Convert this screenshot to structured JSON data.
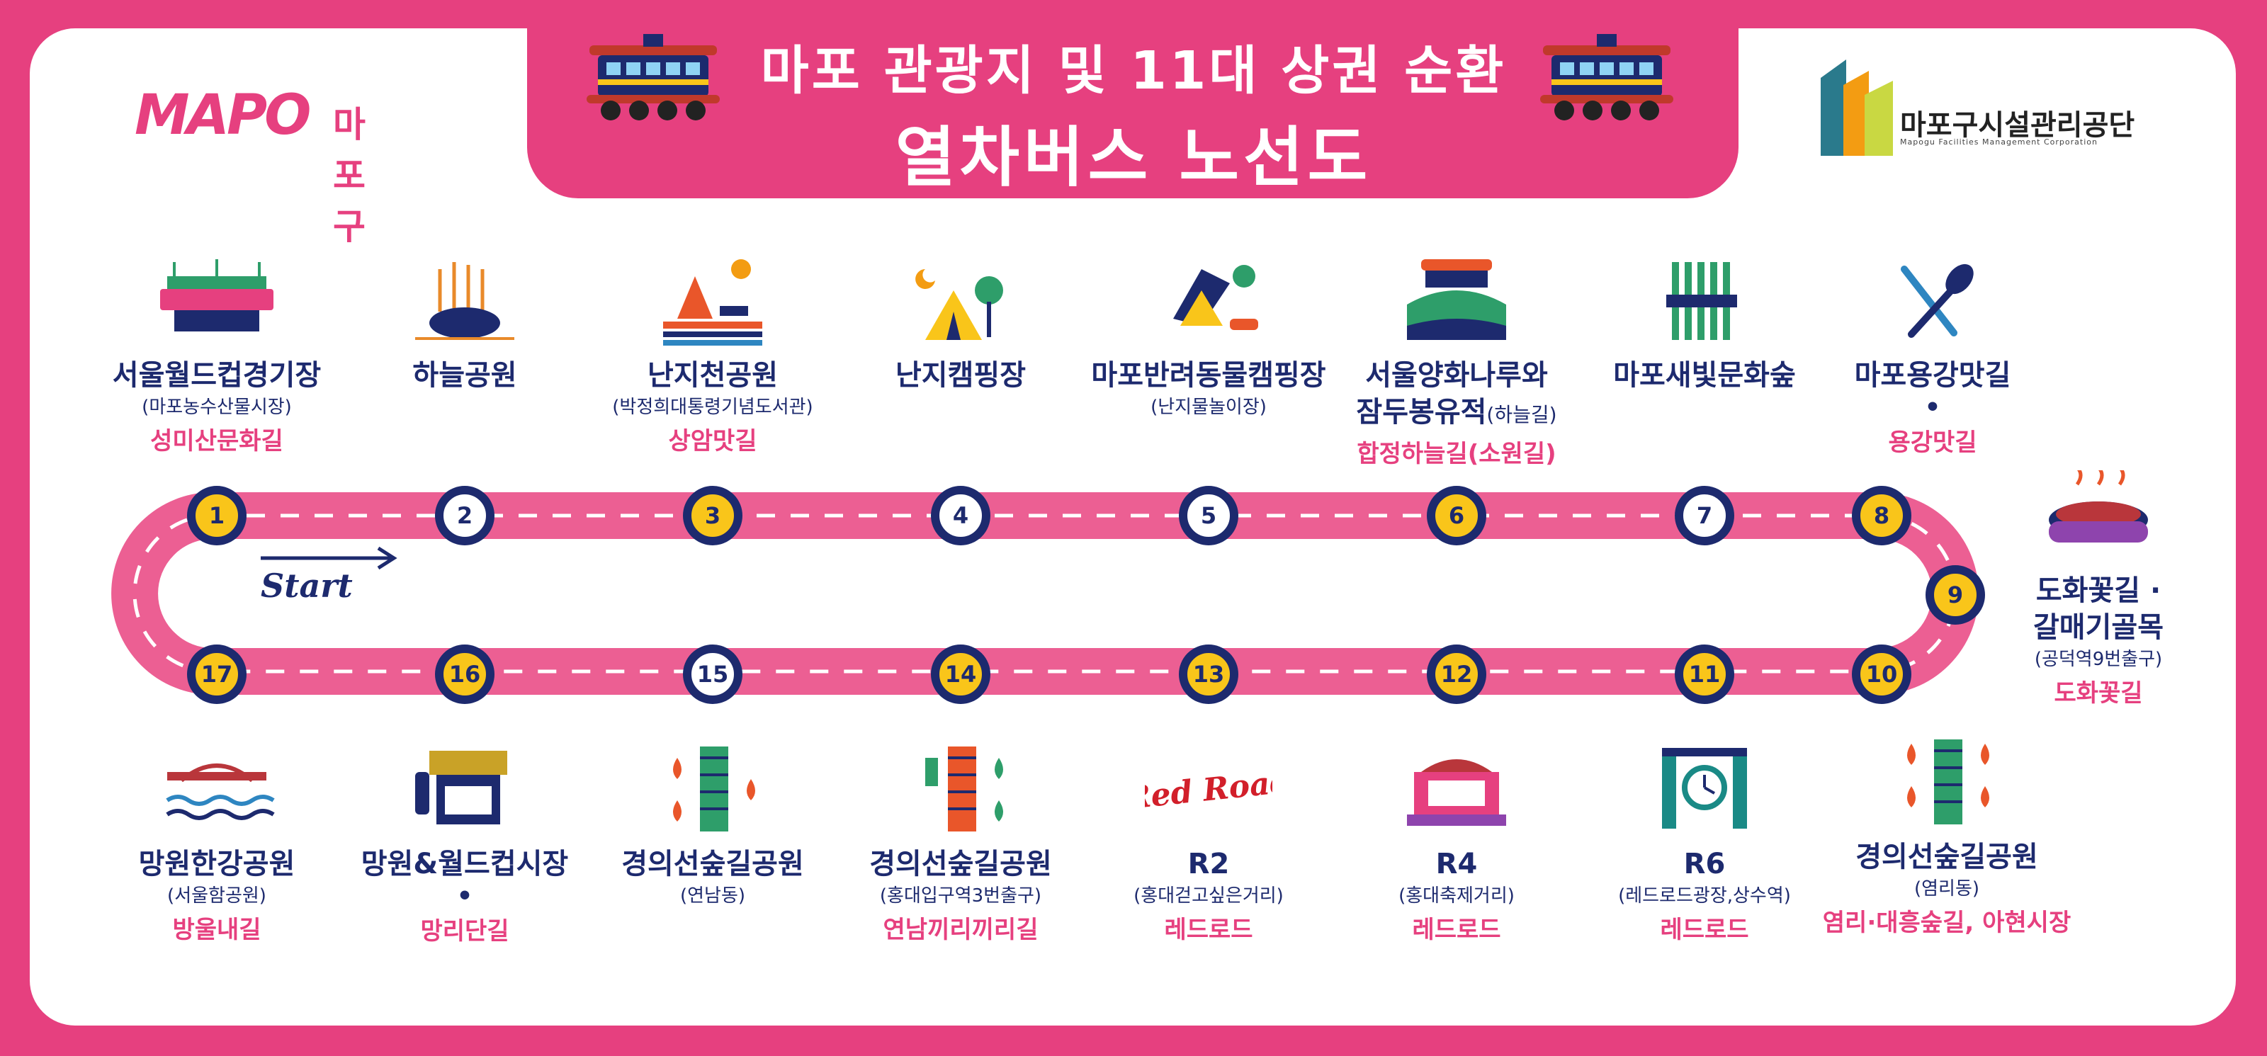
{
  "header": {
    "title_line1": "마포 관광지 및 11대 상권 순환",
    "title_line2": "열차버스 노선도"
  },
  "logos": {
    "mapo_en": "MAPO",
    "mapo_ko": "마포구",
    "fmc_name": "마포구시설관리공단",
    "fmc_sub": "Mapogu Facilities Management Corporation"
  },
  "route": {
    "start_label": "Start",
    "stops": [
      "1",
      "2",
      "3",
      "4",
      "5",
      "6",
      "7",
      "8",
      "9",
      "10",
      "11",
      "12",
      "13",
      "14",
      "15",
      "16",
      "17"
    ]
  },
  "colors": {
    "brand_pink": "#e6407f",
    "navy": "#1d2a6e",
    "yellow": "#f9c51a",
    "road": "#ec5f93"
  },
  "top_pois": [
    {
      "name": "서울월드컵경기장",
      "sub": "(마포농수산물시장)",
      "street": "성미산문화길",
      "icon": "stadium-icon"
    },
    {
      "name": "하늘공원",
      "icon": "sky-park-icon"
    },
    {
      "name": "난지천공원",
      "sub": "(박정희대통령기념도서관)",
      "street": "상암맛길",
      "icon": "park-sun-icon"
    },
    {
      "name": "난지캠핑장",
      "icon": "camping-tent-icon"
    },
    {
      "name": "마포반려동물캠핑장",
      "sub": "(난지물놀이장)",
      "icon": "pet-camping-icon"
    },
    {
      "name": "서울양화나루와",
      "name2": "잠두봉유적",
      "name2_sub": "(하늘길)",
      "street": "합정하늘길(소원길)",
      "icon": "riverside-monument-icon"
    },
    {
      "name": "마포새빛문화숲",
      "icon": "culture-forest-icon"
    },
    {
      "name": "마포용강맛길",
      "dot": "•",
      "street": "용강맛길",
      "icon": "fork-spoon-icon"
    }
  ],
  "right_poi": {
    "name": "도화꽃길 ·",
    "name2": "갈매기골목",
    "sub": "(공덕역9번출구)",
    "street": "도화꽃길",
    "icon": "grill-icon"
  },
  "bottom_pois": [
    {
      "name": "망원한강공원",
      "sub": "(서울함공원)",
      "street": "방울내길",
      "icon": "bridge-river-icon"
    },
    {
      "name": "망원&월드컵시장",
      "dot": "•",
      "street": "망리단길",
      "icon": "market-icon"
    },
    {
      "name": "경의선숲길공원",
      "sub": "(연남동)",
      "icon": "rail-forest-icon"
    },
    {
      "name": "경의선숲길공원",
      "sub": "(홍대입구역3번출구)",
      "street": "연남끼리끼리길",
      "icon": "rail-forest-exit-icon"
    },
    {
      "name": "R2",
      "sub": "(홍대걷고싶은거리)",
      "street": "레드로드",
      "icon": "red-road-logo",
      "logo_text": "Red Road"
    },
    {
      "name": "R4",
      "sub": "(홍대축제거리)",
      "street": "레드로드",
      "icon": "stage-icon"
    },
    {
      "name": "R6",
      "sub": "(레드로드광장,상수역)",
      "street": "레드로드",
      "icon": "clock-gate-icon"
    },
    {
      "name": "경의선숲길공원",
      "sub": "(염리동)",
      "street": "염리·대흥숲길, 아현시장",
      "icon": "rail-trees-icon"
    }
  ]
}
